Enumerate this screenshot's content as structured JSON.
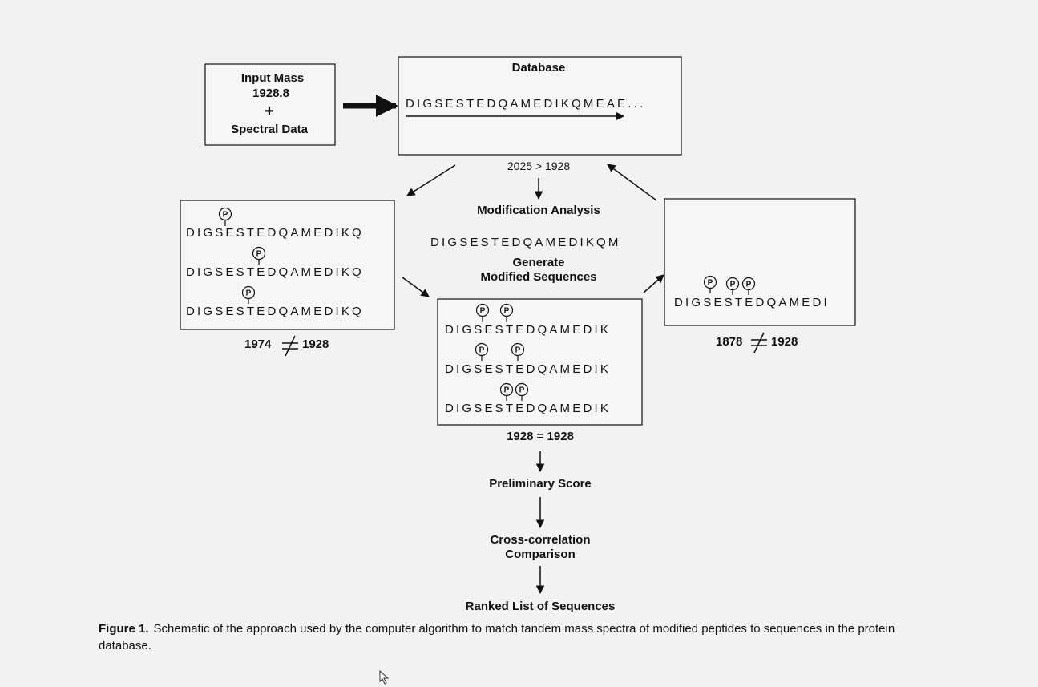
{
  "input_box": {
    "line1": "Input Mass",
    "line2": "1928.8",
    "plus": "+",
    "line3": "Spectral Data"
  },
  "database_box": {
    "title": "Database",
    "sequence": "DIGSESTEDQAMEDIKQMEAE..."
  },
  "mass_top": "2025 > 1928",
  "modification": {
    "title": "Modification Analysis",
    "sequence": "DIGSESTEDQAMEDIKQM",
    "generate_line1": "Generate",
    "generate_line2": "Modified Sequences"
  },
  "left_box": {
    "sequences": [
      "DIGSESTEDQAMEDIKQ",
      "DIGSESTEDQAMEDIKQ",
      "DIGSESTEDQAMEDIKQ"
    ],
    "mass_left": "1974",
    "mass_right": "1928"
  },
  "center_box": {
    "sequences": [
      "DIGSESTEDQAMEDIK",
      "DIGSESTEDQAMEDIK",
      "DIGSESTEDQAMEDIK"
    ],
    "mass": "1928 = 1928"
  },
  "right_box": {
    "sequence": "DIGSESTEDQAMEDI",
    "mass_left": "1878",
    "mass_right": "1928"
  },
  "phospho_symbol": "P",
  "steps": {
    "preliminary": "Preliminary Score",
    "cross_line1": "Cross-correlation",
    "cross_line2": "Comparison",
    "ranked": "Ranked List of Sequences"
  },
  "caption": {
    "label": "Figure 1.",
    "text": "Schematic of the approach used by the computer algorithm to match tandem mass spectra of modified peptides to sequences in the protein database."
  }
}
